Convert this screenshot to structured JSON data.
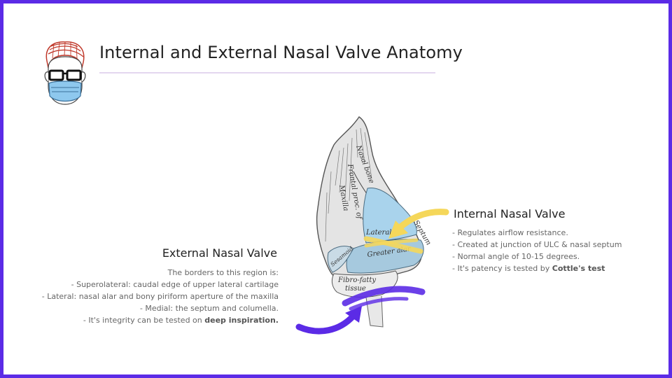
{
  "title": "Internal and External Nasal Valve Anatomy",
  "external": {
    "heading": "External Nasal Valve",
    "lines": [
      "The borders to this region is:",
      "- Superolateral: caudal edge of upper lateral cartilage",
      "- Lateral: nasal alar and bony piriform aperture of the maxilla",
      "- Medial:  the septum and columella."
    ],
    "last_prefix": "- It's integrity can be tested on ",
    "last_bold": "deep inspiration."
  },
  "internal": {
    "heading": "Internal Nasal Valve",
    "lines": [
      "- Regulates airflow resistance.",
      "- Created at junction of ULC & nasal septum",
      "- Normal angle of 10-15 degrees."
    ],
    "last_prefix": "- It's patency is tested by ",
    "last_bold": "Cottle's test"
  },
  "diagram_labels": {
    "nasal_bone": "Nasal bone",
    "frontal_process": "Frontal proc. of",
    "maxilla": "Maxilla",
    "lateral": "Lateral",
    "septum": "Septum",
    "greater_alar": "Greater alar",
    "fibro_fatty": "Fibro-fatty",
    "tissue": "tissue",
    "sesamoid": "Sesamoid"
  },
  "colors": {
    "border": "#5b2be6",
    "internal_arrow": "#f5d75a",
    "external_arrow": "#5b2be6",
    "cartilage": "#a9d3ec"
  }
}
